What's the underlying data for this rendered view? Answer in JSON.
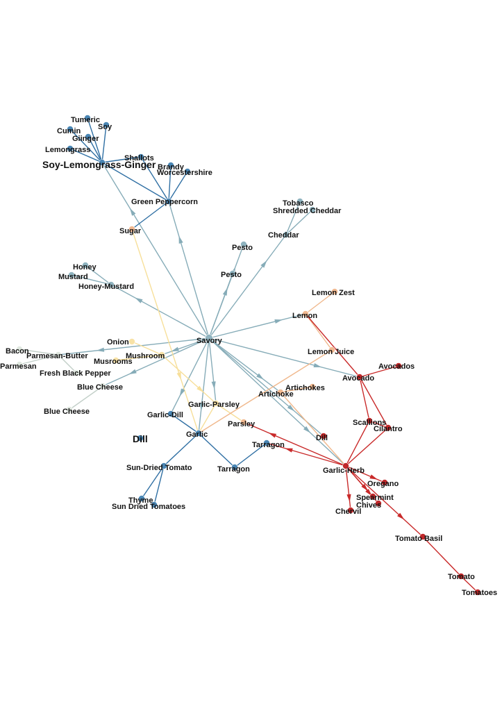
{
  "colors": {
    "blue_edge": "#2f6fa3",
    "teal_edge": "#86acb8",
    "red_edge": "#c92a2a",
    "orange_edge": "#f0b88c",
    "yellow_edge": "#f7df9a",
    "grey_edge": "#c2cfc8",
    "blue_node": "#4a86b4",
    "teal_node": "#8fb3bf",
    "red_node": "#c0282a",
    "orange_node": "#f0b890",
    "yellow_node": "#f8e2a6",
    "grey_node": "#dfe7df"
  },
  "nodes": {
    "tumeric": "Tumeric",
    "soy": "Soy",
    "cumin": "Cumin",
    "ginger": "Giinger",
    "lemongrass": "Lemongrass",
    "soy_lemongrass_ginger": "Soy-Lemongrass-Ginger",
    "shallots": "Shallots",
    "brandy": "Brandy",
    "worcestershire": "Worcestershire",
    "green_peppercorn": "Green Peppercorn",
    "sugar": "Sugar",
    "tobasco": "Tobasco",
    "shredded_cheddar": "Shredded Cheddar",
    "cheddar": "Cheddar",
    "pesto1": "Pesto",
    "pesto2": "Pesto",
    "honey": "Honey",
    "mustard": "Mustard",
    "honey_mustard": "Honey-Mustard",
    "lemon_zest": "Lemon Zest",
    "lemon": "Lemon",
    "savory": "Savory",
    "onion": "Onion",
    "bacon": "Bacon",
    "parmesan_butter": "Parmesan-Butter",
    "parmesan": "Parmesan",
    "musrooms": "Musrooms",
    "mushroom": "Mushroom",
    "fresh_black_pepper": "Fresh Black Pepper",
    "lemon_juice": "Lemon Juice",
    "avocados": "Avocados",
    "avocado": "Avocado",
    "blue_cheese1": "Blue Cheese",
    "blue_cheese2": "Blue Cheese",
    "artichokes": "Artichokes",
    "artichoke": "Artichoke",
    "garlic_parsley": "Garlic-Parsley",
    "garlic_dill": "Garlic-Dill",
    "scallions": "Scallions",
    "cilantro": "Cilantro",
    "parsley": "Parsley",
    "dill_big": "Dill",
    "garlic": "Garlic",
    "dill": "Dill",
    "tarragon1": "Tarragon",
    "garlic_herb": "Garlic-Herb",
    "sun_dried_tomato": "Sun-Dried Tomato",
    "tarragon2": "Tarragon",
    "oregano": "Oregano",
    "spearmint": "Spearmint",
    "chives": "Chives",
    "chervil": "Chervil",
    "thyme": "Thyme",
    "sun_dried_tomatoes": "Sun Dried Tomatoes",
    "tomato_basil": "Tomato Basil",
    "tomato": "Tomato",
    "tomatoes": "Tomatoes"
  }
}
